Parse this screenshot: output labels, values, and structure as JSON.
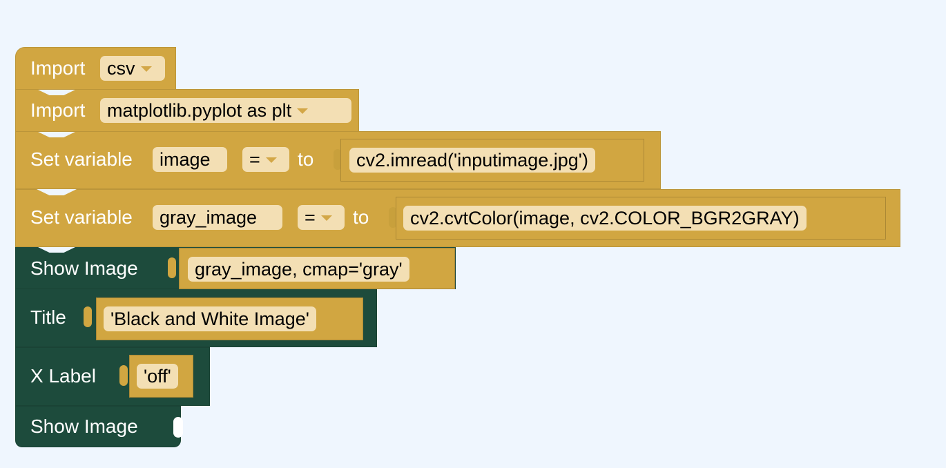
{
  "blocks": {
    "import_csv": {
      "keyword": "Import",
      "module": "csv"
    },
    "import_plt": {
      "keyword": "Import",
      "module": "matplotlib.pyplot as plt"
    },
    "set_image": {
      "keyword": "Set variable",
      "variable": "image",
      "operator": "=",
      "to": "to",
      "value": "cv2.imread('inputimage.jpg')"
    },
    "set_gray": {
      "keyword": "Set variable",
      "variable": "gray_image",
      "operator": "=",
      "to": "to",
      "value": "cv2.cvtColor(image, cv2.COLOR_BGR2GRAY)"
    },
    "show_gray": {
      "keyword": "Show Image",
      "value": "gray_image, cmap='gray'"
    },
    "title": {
      "keyword": "Title",
      "value": "'Black and White Image'"
    },
    "xlabel": {
      "keyword": "X Label",
      "value": "'off'"
    },
    "show_image": {
      "keyword": "Show Image"
    }
  },
  "colors": {
    "background": "#eff6fe",
    "gold_block": "#d1a641",
    "green_block": "#1d4b3c",
    "field": "#f3dfb4",
    "caret": "#d3a747"
  }
}
